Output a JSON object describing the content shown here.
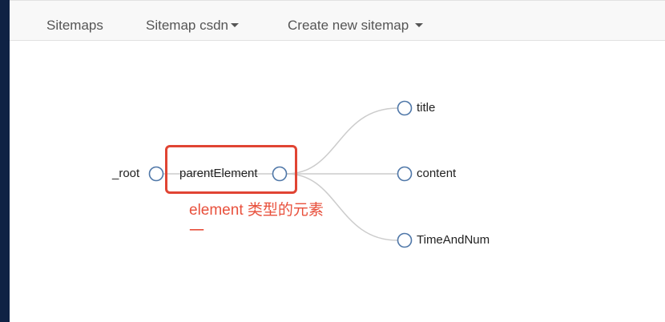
{
  "nav": {
    "sitemaps": "Sitemaps",
    "sitemap_current": "Sitemap csdn",
    "create_new": "Create new sitemap"
  },
  "tree": {
    "root": "_root",
    "parent": "parentElement",
    "children": [
      "title",
      "content",
      "TimeAndNum"
    ]
  },
  "annotation": {
    "line1": "element 类型的元素",
    "line2": "一"
  },
  "colors": {
    "node_stroke": "#4f77a8",
    "link": "#cccccc",
    "highlight": "#e04433",
    "annotation": "#e8503c"
  }
}
